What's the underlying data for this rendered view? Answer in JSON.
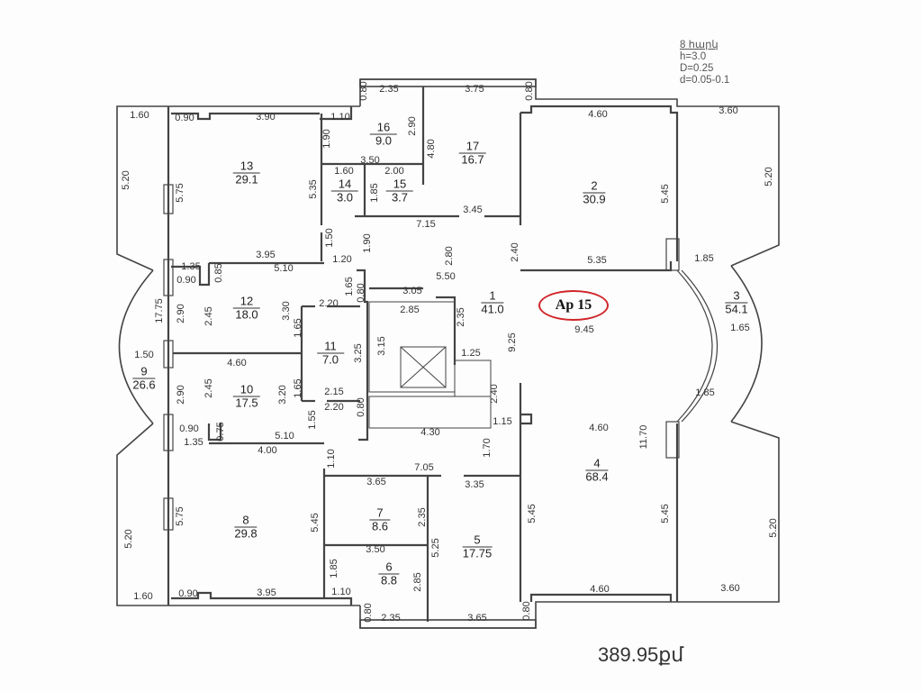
{
  "legend": {
    "floor": "8 հարկ",
    "h": "h=3.0",
    "D": "D=0.25",
    "d": "d=0.05-0.1"
  },
  "apartment_label": "Ap 15",
  "total_area": "389.95քմ",
  "accent_color": "#d0262b",
  "rooms": [
    {
      "num": "1",
      "area": "41.0"
    },
    {
      "num": "2",
      "area": "30.9"
    },
    {
      "num": "3",
      "area": "54.1"
    },
    {
      "num": "4",
      "area": "68.4"
    },
    {
      "num": "5",
      "area": "17.75"
    },
    {
      "num": "6",
      "area": "8.8"
    },
    {
      "num": "7",
      "area": "8.6"
    },
    {
      "num": "8",
      "area": "29.8"
    },
    {
      "num": "9",
      "area": "26.6"
    },
    {
      "num": "10",
      "area": "17.5"
    },
    {
      "num": "11",
      "area": "7.0"
    },
    {
      "num": "12",
      "area": "18.0"
    },
    {
      "num": "13",
      "area": "29.1"
    },
    {
      "num": "14",
      "area": "3.0"
    },
    {
      "num": "15",
      "area": "3.7"
    },
    {
      "num": "16",
      "area": "9.0"
    },
    {
      "num": "17",
      "area": "16.7"
    }
  ],
  "dims": [
    "2.35",
    "3.75",
    "0.80",
    "0.80",
    "1.60",
    "0.90",
    "3.90",
    "1.10",
    "1.90",
    "2.90",
    "4.80",
    "3.50",
    "1.60",
    "2.00",
    "1.85",
    "5.35",
    "5.20",
    "5.75",
    "7.15",
    "3.45",
    "1.50",
    "1.90",
    "2.80",
    "2.40",
    "3.95",
    "5.10",
    "1.20",
    "1.35",
    "0.90",
    "0.85",
    "1.65",
    "0.80",
    "5.50",
    "3.05",
    "2.20",
    "2.85",
    "2.35",
    "17.75",
    "2.90",
    "2.45",
    "3.30",
    "1.65",
    "1.50",
    "4.60",
    "3.25",
    "3.15",
    "1.25",
    "9.25",
    "2.90",
    "2.45",
    "3.20",
    "1.65",
    "2.15",
    "2.20",
    "0.80",
    "2.40",
    "1.15",
    "1.55",
    "0.90",
    "1.35",
    "0.75",
    "5.10",
    "4.00",
    "4.30",
    "1.10",
    "1.70",
    "7.05",
    "3.65",
    "3.35",
    "5.20",
    "5.75",
    "5.45",
    "2.35",
    "3.50",
    "5.25",
    "1.85",
    "2.85",
    "5.45",
    "1.60",
    "0.90",
    "3.95",
    "1.10",
    "0.80",
    "2.35",
    "3.65",
    "0.80",
    "4.60",
    "3.60",
    "5.45",
    "5.20",
    "5.35",
    "1.85",
    "9.45",
    "1.65",
    "4.60",
    "11.70",
    "1.85",
    "5.45",
    "5.20",
    "4.60",
    "3.60"
  ]
}
